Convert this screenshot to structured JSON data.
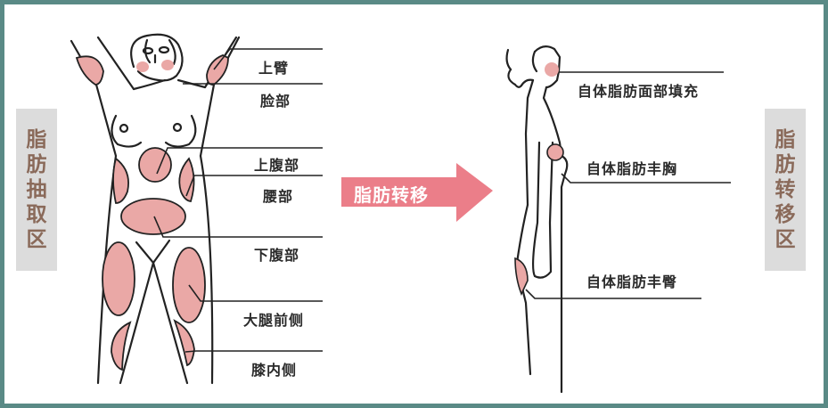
{
  "diagram": {
    "colors": {
      "border": "#5a8a86",
      "fat_area": "#eaa8a6",
      "arrow": "#e9707c",
      "label_box_bg": "#dcdcdc",
      "label_box_text": "#8a6a5a",
      "line": "#222222"
    },
    "left_panel": {
      "title_chars": [
        "脂",
        "肪",
        "抽",
        "取",
        "区"
      ],
      "title": "脂肪抽取区",
      "labels": [
        "上臂",
        "脸部",
        "上腹部",
        "腰部",
        "下腹部",
        "大腿前侧",
        "膝内侧"
      ]
    },
    "arrow": {
      "label": "脂肪转移"
    },
    "right_panel": {
      "title_chars": [
        "脂",
        "肪",
        "转",
        "移",
        "区"
      ],
      "title": "脂肪转移区",
      "labels": [
        "自体脂肪面部填充",
        "自体脂肪丰胸",
        "自体脂肪丰臀"
      ]
    }
  }
}
